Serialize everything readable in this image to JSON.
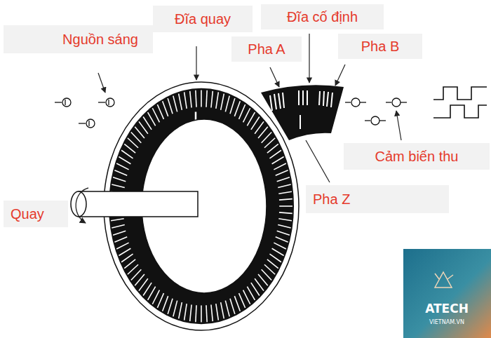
{
  "diagram": {
    "nodes": [
      {
        "text": [
          "Đĩa quay"
        ]
      },
      {
        "text": [
          "Đĩa cố định"
        ]
      },
      {
        "text": [
          "Nguồn sáng"
        ]
      },
      {
        "text": [
          "Pha A"
        ]
      },
      {
        "text": [
          "Pha B"
        ]
      },
      {
        "text": [
          "Cảm biến thu"
        ]
      },
      {
        "text": [
          "Pha Z"
        ]
      },
      {
        "text": [
          "Quay"
        ]
      }
    ],
    "labels": [
      "ATECH",
      "VIETNAM.VN"
    ]
  }
}
